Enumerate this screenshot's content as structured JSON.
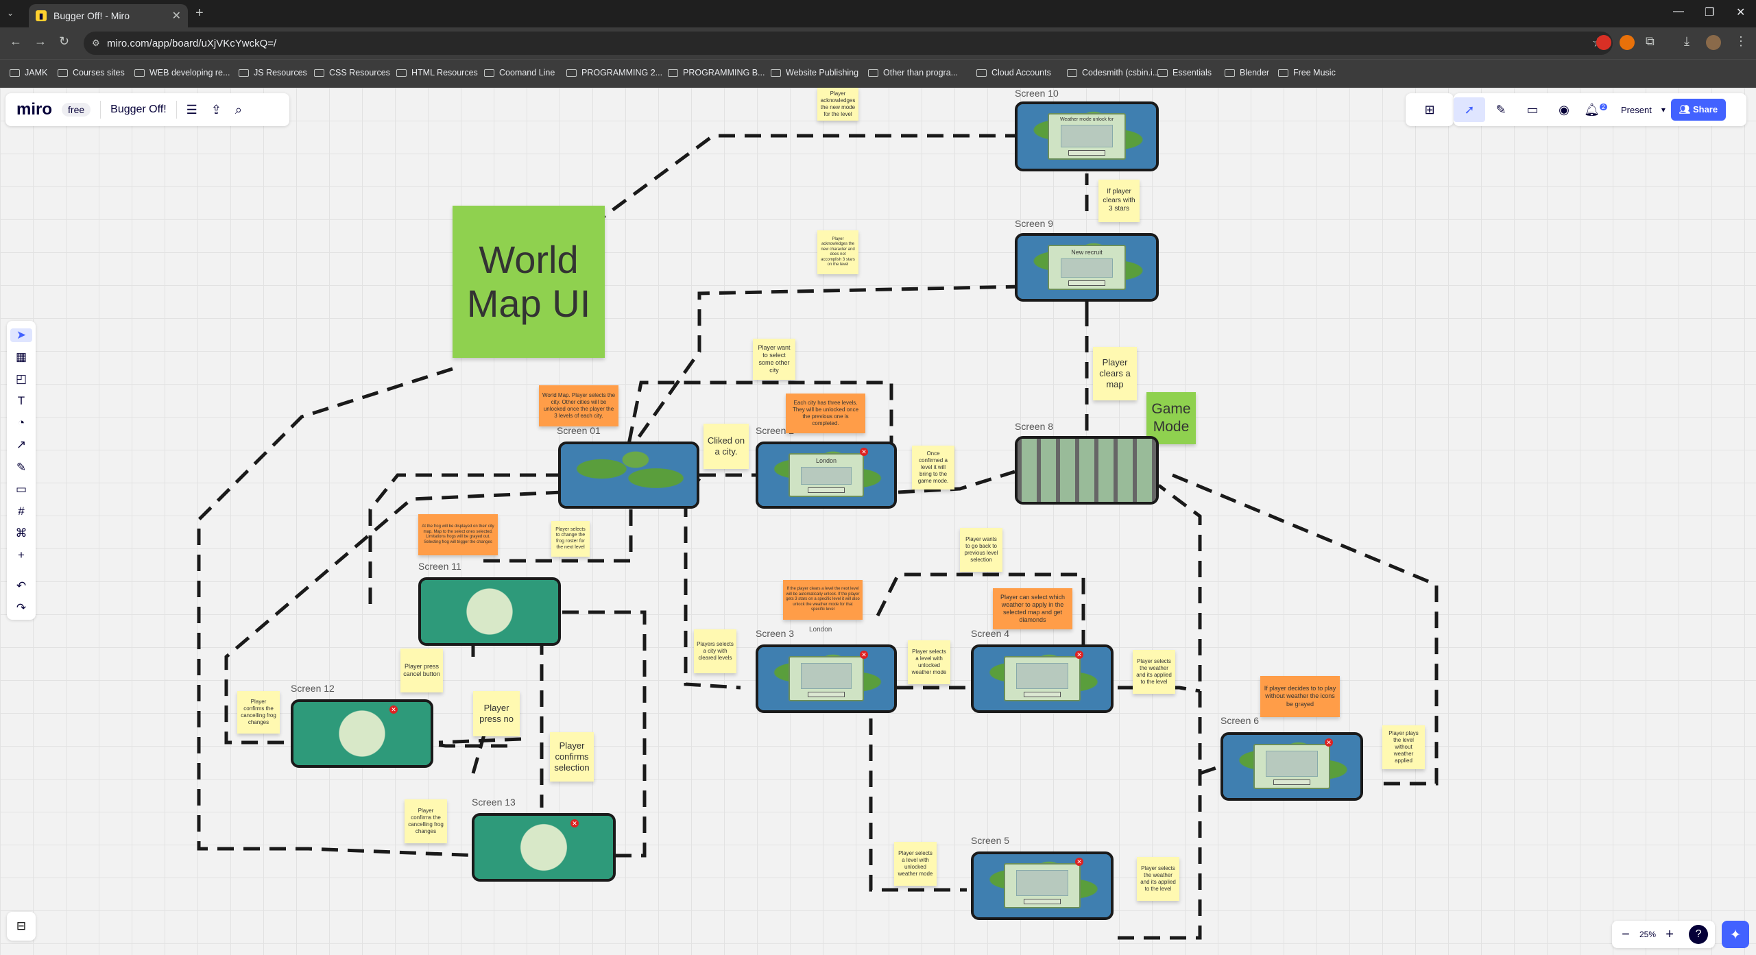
{
  "browser": {
    "tab_title": "Bugger Off! - Miro",
    "url": "miro.com/app/board/uXjVKcYwckQ=/",
    "bookmarks": [
      "JAMK",
      "Courses sites",
      "WEB developing re...",
      "JS Resources",
      "CSS Resources",
      "HTML Resources",
      "Coomand Line",
      "PROGRAMMING 2...",
      "PROGRAMMING B...",
      "Website Publishing",
      "Other than progra...",
      "Cloud Accounts",
      "Codesmith (csbin.i...",
      "Essentials",
      "Blender",
      "Free Music"
    ]
  },
  "miro": {
    "logo": "miro",
    "plan": "free",
    "board_name": "Bugger Off!",
    "present_label": "Present",
    "share_label": "Share",
    "notifications_count": "2",
    "zoom": "25%",
    "help": "?",
    "left_tools": [
      "select-icon",
      "templates-icon",
      "sticky-note-icon",
      "text-icon",
      "shapes-icon",
      "connection-line-icon",
      "pen-icon",
      "comment-icon",
      "frame-icon",
      "more-apps-icon",
      "add-icon",
      "undo-icon",
      "redo-icon"
    ]
  },
  "board": {
    "title_sticky": "World Map UI",
    "game_mode_sticky": "Game Mode",
    "frames": {
      "s01": "Screen 01",
      "s2": "Screen 2",
      "s3": "Screen 3",
      "s4": "Screen 4",
      "s5": "Screen 5",
      "s6": "Screen 6",
      "s8": "Screen 8",
      "s9": "Screen 9",
      "s10": "Screen 10",
      "s11": "Screen 11",
      "s12": "Screen 12",
      "s13": "Screen 13"
    },
    "screen_texts": {
      "s2_city": "London",
      "s3_city": "London",
      "s9_title": "New recruit",
      "s10_title": "Weather mode unlock for"
    },
    "notes": {
      "n_world": "World Map. Player selects the city. Other cities will be unlocked once the player the 3 levels of each city.",
      "n_clicked": "Cliked on a city.",
      "n_want": "Player want to select some other city",
      "n_each": "Each city has three levels. They will be unlocked once the previous one is completed.",
      "n_confirmed": "Once confirmed a level it will bring to the game mode.",
      "n_clears_map": "Player clears a map",
      "n_3stars": "If player clears with 3 stars",
      "n_ack_mode": "Player acknowledges the new mode for the level",
      "n_ack_char": "Player acknowledges the new character and does not accomplish 3 stars on the level",
      "n_frog": "At the frog will be displayed on their city map. Map to the select ones selected. Limitations frogs will be grayed out. Selecting frog will trigger the changes",
      "n_change_frog": "Player selects to change the frog roster for the next level",
      "n_cancel": "Player press cancel button",
      "n_press_no": "Player press no",
      "n_confirms_sel": "Player confirms selection",
      "n_confirm_cancel_12": "Player confirms the cancelling frog changes",
      "n_confirm_cancel_13": "Player confirms the cancelling frog changes",
      "n_cleared": "Players selects a city with cleared levels",
      "n_weather_unlock": "If the player clears a level the next level will be automatically unlock. If the player gets 3 stars on a specific level it will also unlock the weather mode for that specific level",
      "n_back": "Player wants to go back to previous level selection",
      "n_select_weather": "Player can select which weather to apply in the selected map and get diamonds",
      "n_unlocked_weather_4": "Player selects a level with unlocked weather mode",
      "n_weather_applied_4": "Player selects the weather and its applied to the level",
      "n_no_weather": "If player decides to to play without weather the icons be grayed",
      "n_plays_without": "Player plays the level without weather applied",
      "n_unlocked_weather_5": "Player selects a level with unlocked weather mode",
      "n_weather_applied_5": "Player selects the weather and its applied to the level"
    }
  }
}
